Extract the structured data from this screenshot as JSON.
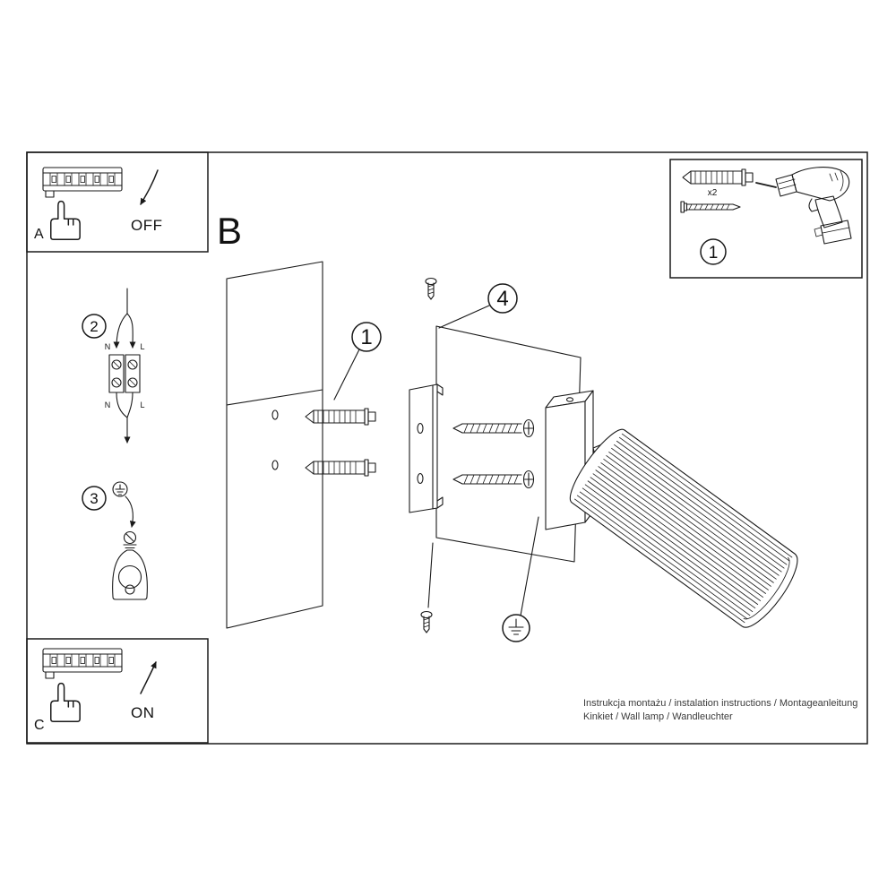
{
  "colors": {
    "ink": "#1a1a1a",
    "paper": "#ffffff",
    "muted_text": "#3a3a3a"
  },
  "sections": {
    "a": {
      "label": "A",
      "state": "OFF"
    },
    "b": {
      "label": "B"
    },
    "c": {
      "label": "C",
      "state": "ON"
    }
  },
  "callouts": {
    "anchors": "1",
    "wiring": "2",
    "grounding": "3",
    "mounting": "4",
    "tools": "1"
  },
  "tools": {
    "anchor_qty": "x2"
  },
  "wiring": {
    "n_top": "N",
    "l_top": "L",
    "n_bottom": "N",
    "l_bottom": "L"
  },
  "footer": {
    "line1": "Instrukcja montażu / instalation instructions / Montageanleitung",
    "line2": "Kinkiet / Wall lamp / Wandleuchter"
  }
}
